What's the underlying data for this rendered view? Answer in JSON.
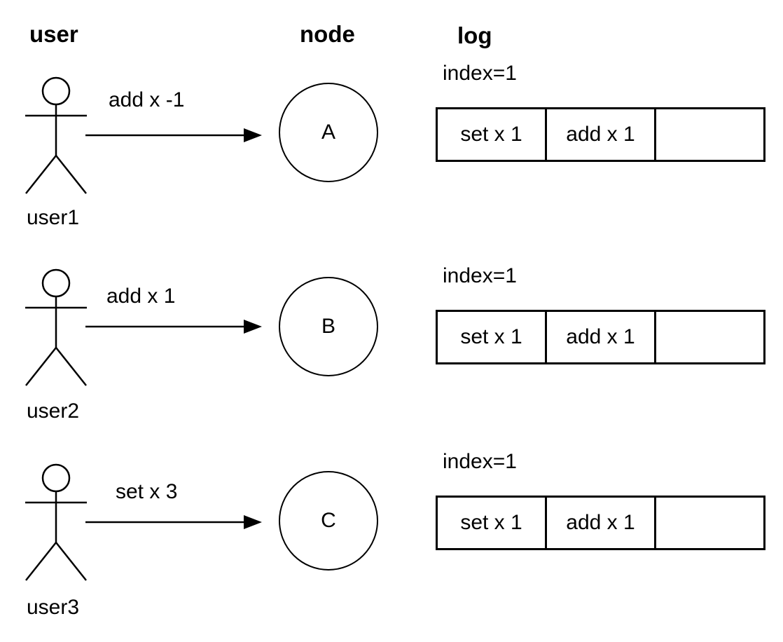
{
  "columns": {
    "user": "user",
    "node": "node",
    "log": "log"
  },
  "rows": [
    {
      "user_name": "user1",
      "message": "add x -1",
      "node_label": "A",
      "log": {
        "index_label": "index=1",
        "entries": [
          "set x 1",
          "add x 1",
          ""
        ]
      }
    },
    {
      "user_name": "user2",
      "message": "add x 1",
      "node_label": "B",
      "log": {
        "index_label": "index=1",
        "entries": [
          "set x 1",
          "add x 1",
          ""
        ]
      }
    },
    {
      "user_name": "user3",
      "message": "set x 3",
      "node_label": "C",
      "log": {
        "index_label": "index=1",
        "entries": [
          "set x 1",
          "add x 1",
          ""
        ]
      }
    }
  ],
  "colors": {
    "ink": "#000000",
    "background": "#ffffff"
  }
}
